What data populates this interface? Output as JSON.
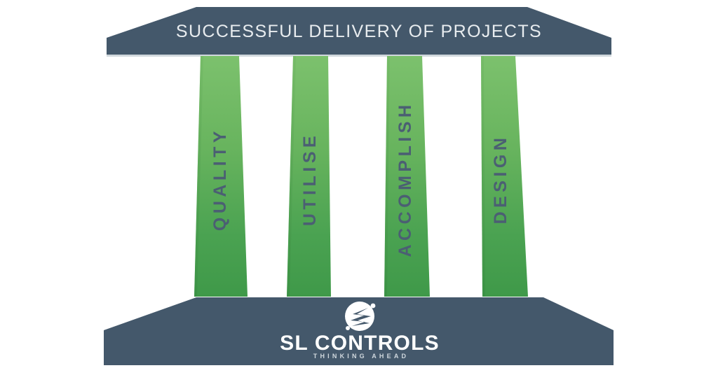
{
  "theme": {
    "background": "#ffffff",
    "slate": "#44586b",
    "slate_shadow": "#3a4c5c",
    "green_top": "#78bf6a",
    "green_bottom": "#3f9949",
    "label_text": "#4b5f73",
    "title_text": "#e8ecef",
    "logo_text": "#ffffff",
    "tagline_text": "#cfd7dd"
  },
  "diagram": {
    "type": "temple-pillars",
    "roof": {
      "title": "SUCCESSFUL DELIVERY OF PROJECTS"
    },
    "pillars": [
      {
        "label": "QUALITY"
      },
      {
        "label": "UTILISE"
      },
      {
        "label": "ACCOMPLISH"
      },
      {
        "label": "DESIGN"
      }
    ],
    "base": {
      "logo_name": "SL CONTROLS",
      "logo_tagline": "THINKING AHEAD",
      "logo_mark": "sl-controls-circle-mark"
    }
  }
}
